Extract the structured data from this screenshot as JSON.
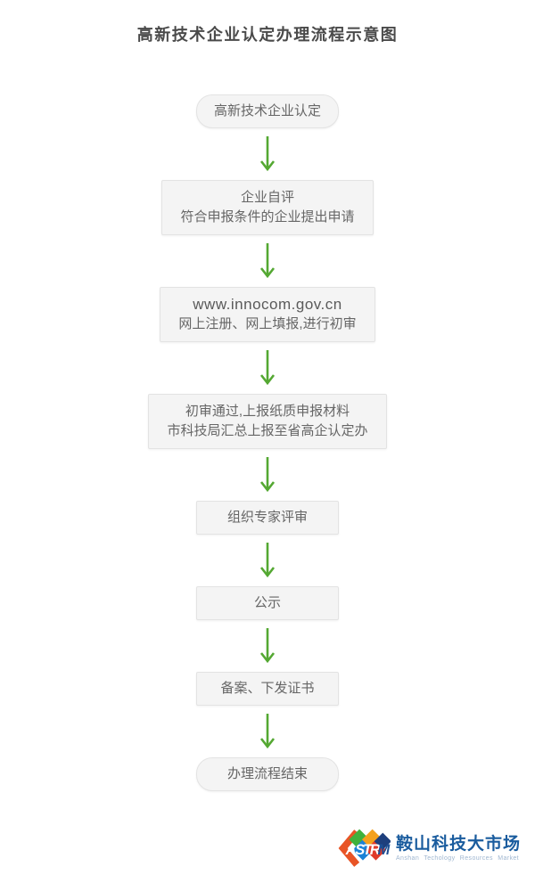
{
  "title": "高新技术企业认定办理流程示意图",
  "colors": {
    "arrow": "#54a832",
    "box_bg": "#f4f4f4",
    "box_border": "#e3e3e3",
    "box_text": "#666666"
  },
  "flow": {
    "steps": [
      {
        "type": "start",
        "lines": [
          "高新技术企业认定"
        ]
      },
      {
        "type": "process",
        "lines": [
          "企业自评",
          "符合申报条件的企业提出申请"
        ]
      },
      {
        "type": "process",
        "lines": [
          "www.innocom.gov.cn",
          "网上注册、网上填报,进行初审"
        ]
      },
      {
        "type": "process",
        "lines": [
          "初审通过,上报纸质申报材料",
          "市科技局汇总上报至省高企认定办"
        ]
      },
      {
        "type": "process",
        "lines": [
          "组织专家评审"
        ]
      },
      {
        "type": "process",
        "lines": [
          "公示"
        ]
      },
      {
        "type": "process",
        "lines": [
          "备案、下发证书"
        ]
      },
      {
        "type": "end",
        "lines": [
          "办理流程结束"
        ]
      }
    ]
  },
  "logo": {
    "letters": [
      "A",
      "S",
      "T",
      "R",
      "M"
    ],
    "cn": "鞍山科技大市场",
    "en": "Anshan Techology Resources Market",
    "colors": {
      "chevron": "#e85426",
      "green": "#3fb13c",
      "blue": "#1b82d6",
      "orange": "#f4a11d",
      "red": "#e03a2a",
      "navy": "#1d3f7d",
      "letter_m": "#1d4f94"
    }
  }
}
